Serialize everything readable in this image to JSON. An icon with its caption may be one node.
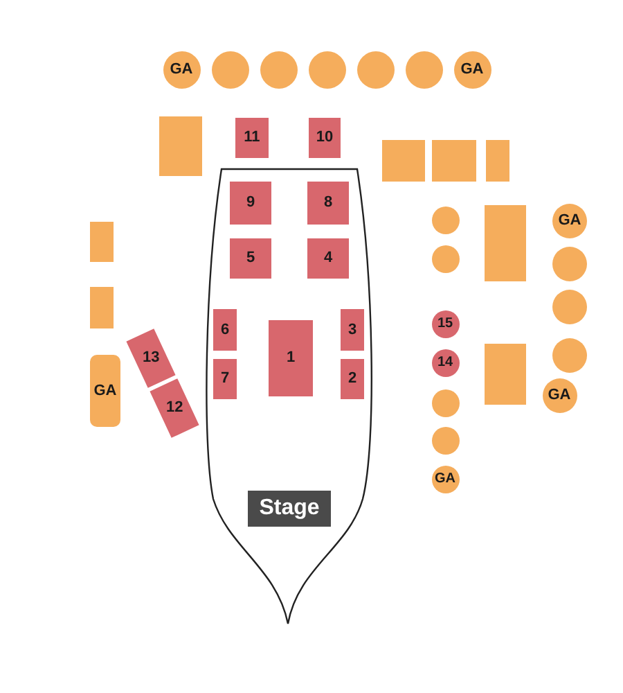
{
  "diagram": {
    "nodes": [
      {
        "text": [
          "GA"
        ]
      },
      {
        "text": [],
        "shape": "circle"
      },
      {
        "text": [],
        "shape": "circle"
      },
      {
        "text": [],
        "shape": "circle"
      },
      {
        "text": [],
        "shape": "circle"
      },
      {
        "text": [],
        "shape": "circle"
      },
      {
        "text": [
          "GA"
        ]
      },
      {
        "text": [],
        "shape": "box"
      },
      {
        "text": [
          "11"
        ]
      },
      {
        "text": [
          "10"
        ]
      },
      {
        "text": [],
        "shape": "box"
      },
      {
        "text": [],
        "shape": "box"
      },
      {
        "text": [],
        "shape": "box"
      },
      {
        "text": [],
        "shape": "outline"
      },
      {
        "text": [
          "9"
        ],
        "in": 13
      },
      {
        "text": [
          "8"
        ],
        "in": 13
      },
      {
        "text": [
          "5"
        ],
        "in": 13
      },
      {
        "text": [
          "4"
        ],
        "in": 13
      },
      {
        "text": [
          "6"
        ],
        "in": 13
      },
      {
        "text": [
          "1"
        ],
        "in": 13
      },
      {
        "text": [
          "3"
        ],
        "in": 13
      },
      {
        "text": [
          "7"
        ],
        "in": 13
      },
      {
        "text": [
          "2"
        ],
        "in": 13
      },
      {
        "text": [
          "Stage"
        ],
        "in": 13
      },
      {
        "text": [],
        "shape": "box"
      },
      {
        "text": [],
        "shape": "box"
      },
      {
        "text": [
          "GA"
        ]
      },
      {
        "text": [
          "13"
        ]
      },
      {
        "text": [
          "12"
        ]
      },
      {
        "text": [],
        "shape": "circle"
      },
      {
        "text": [],
        "shape": "circle"
      },
      {
        "text": [
          "15"
        ]
      },
      {
        "text": [
          "14"
        ]
      },
      {
        "text": [],
        "shape": "circle"
      },
      {
        "text": [],
        "shape": "circle"
      },
      {
        "text": [
          "GA"
        ]
      },
      {
        "text": [],
        "shape": "box"
      },
      {
        "text": [],
        "shape": "box"
      },
      {
        "text": [
          "GA"
        ]
      },
      {
        "text": [],
        "shape": "circle"
      },
      {
        "text": [],
        "shape": "circle"
      },
      {
        "text": [],
        "shape": "circle"
      },
      {
        "text": [
          "GA"
        ]
      }
    ]
  }
}
